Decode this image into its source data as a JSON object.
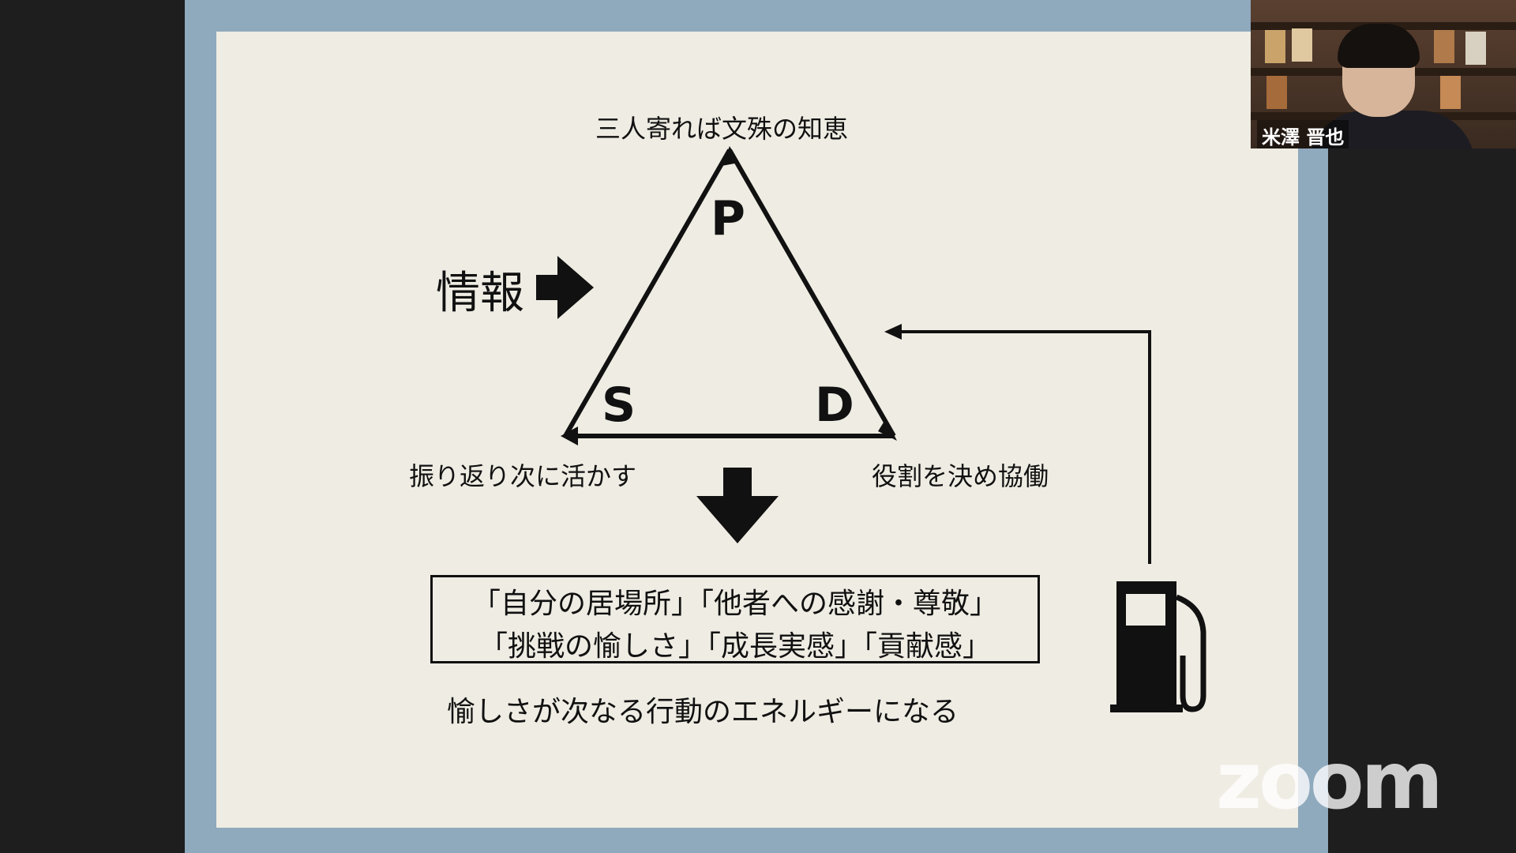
{
  "slide": {
    "top_label": "三人寄れば文殊の知恵",
    "left_input_label": "情報",
    "vertex_p": "P",
    "vertex_s": "S",
    "vertex_d": "D",
    "left_caption": "振り返り次に活かす",
    "right_caption": "役割を決め協働",
    "values_line1": "「自分の居場所」「他者への感謝・尊敬」",
    "values_line2": "「挑戦の愉しさ」「成長実感」「貢献感」",
    "conclusion": "愉しさが次なる行動のエネルギーになる",
    "icons": [
      "arrow-right-icon",
      "arrow-down-icon",
      "gas-pump-icon"
    ]
  },
  "participant": {
    "name": "米澤 晋也"
  },
  "watermark": "zoom",
  "colors": {
    "slide_bg": "#efece3",
    "frame_bg": "#8fa9bd",
    "app_bg": "#1e1e1e",
    "ink": "#111111"
  }
}
